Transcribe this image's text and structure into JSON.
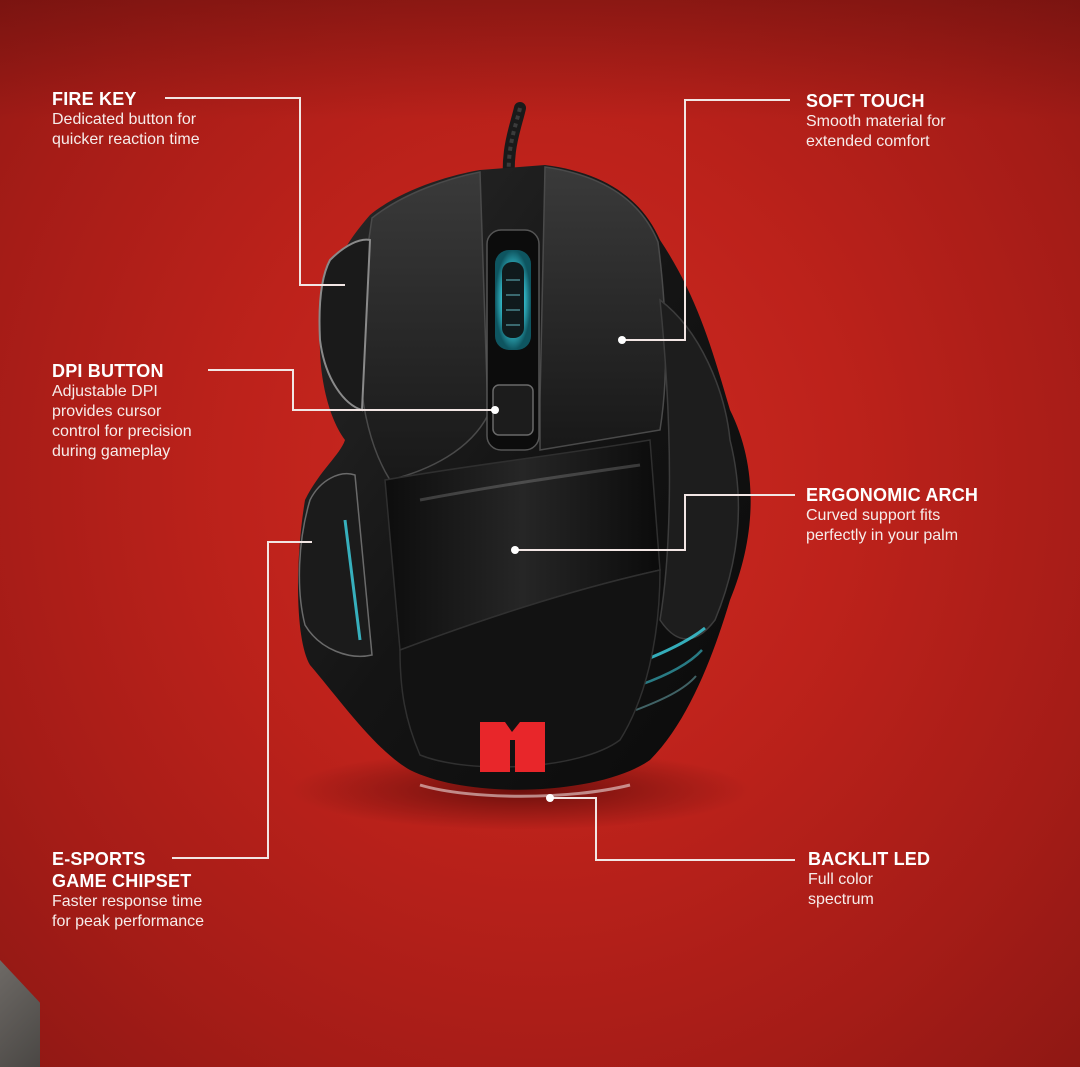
{
  "callouts": {
    "fire_key": {
      "title": "FIRE KEY",
      "desc": "Dedicated button for\nquicker reaction time"
    },
    "dpi_button": {
      "title": "DPI BUTTON",
      "desc": "Adjustable DPI\nprovides cursor\ncontrol for precision\nduring gameplay"
    },
    "esports_chipset": {
      "title_line1": "E-SPORTS",
      "title_line2": "GAME CHIPSET",
      "desc": "Faster response time\nfor peak performance"
    },
    "soft_touch": {
      "title": "SOFT TOUCH",
      "desc": "Smooth material for\nextended comfort"
    },
    "ergonomic_arch": {
      "title": "ERGONOMIC ARCH",
      "desc": "Curved support fits\nperfectly in your palm"
    },
    "backlit_led": {
      "title": "BACKLIT LED",
      "desc": "Full color\nspectrum"
    }
  },
  "colors": {
    "background": "#bd221b",
    "text": "#ffffff",
    "leader_line": "#f2e6e4",
    "mouse_body": "#151515",
    "led_accent": "#3fd6e6",
    "logo": "#e8262a"
  },
  "icons": {
    "mouse": "gaming-mouse-illustration",
    "logo": "monster-logo"
  }
}
